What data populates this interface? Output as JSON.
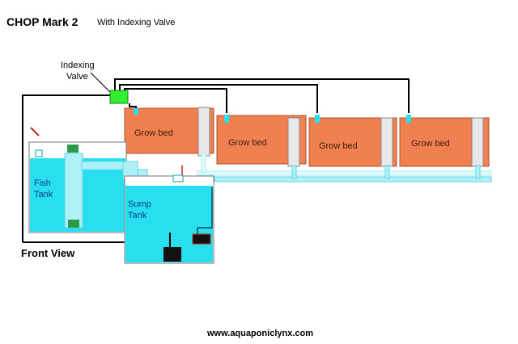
{
  "title": "CHOP Mark 2",
  "subtitle": "With Indexing Valve",
  "valve": {
    "label_line1": "Indexing",
    "label_line2": "Valve"
  },
  "fish_tank": {
    "line1": "Fish",
    "line2": "Tank"
  },
  "sump_tank": {
    "line1": "Sump",
    "line2": "Tank"
  },
  "grow_beds": [
    "Grow bed",
    "Grow bed",
    "Grow bed",
    "Grow bed"
  ],
  "view_label": "Front View",
  "website": "www.aquaponiclynx.com",
  "colors": {
    "grow_bed": "#f08050",
    "water": "#28dff0",
    "pipe": "#b0f0f8",
    "valve": "#33ee33",
    "line": "#000000"
  }
}
